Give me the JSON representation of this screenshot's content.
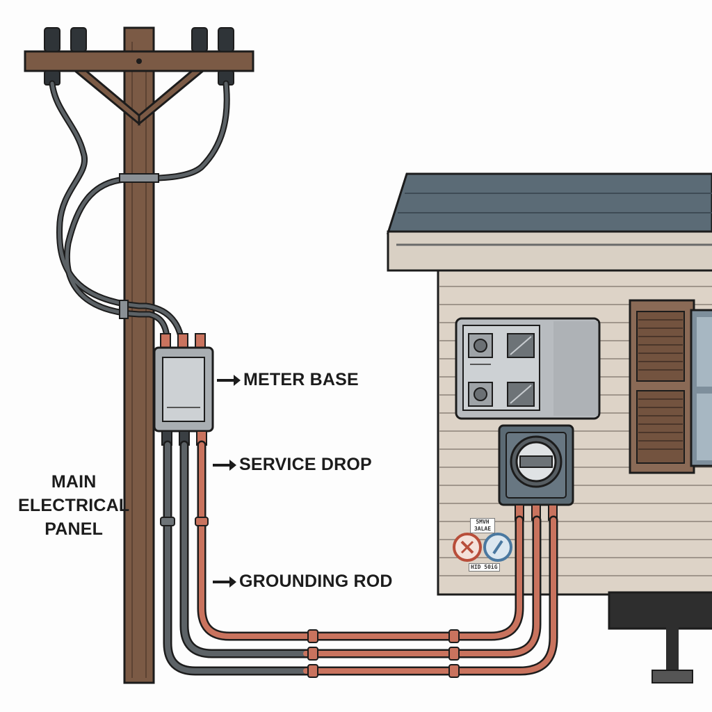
{
  "labels": {
    "meter_base": "METER BASE",
    "service_drop": "SERVICE DROP",
    "grounding_rod": "GROUNDING ROD",
    "main_panel_line1": "MAIN",
    "main_panel_line2": "ELECTRICAL",
    "main_panel_line3": "PANEL"
  },
  "tags": {
    "tag_top": "5MVH 3ALAE",
    "tag_bottom": "HID 50iG"
  },
  "colors": {
    "pole_wood": "#7b5a45",
    "wire_gray": "#5c6266",
    "wire_copper": "#c9735e",
    "roof": "#5b6b76",
    "siding": "#ddd3c7",
    "shutter": "#8a6a56",
    "outline": "#1c1c1c"
  },
  "icons": [
    "arrow-right-icon",
    "warning-symbol-icon",
    "info-symbol-icon",
    "breaker-icon",
    "meter-dial-icon"
  ]
}
